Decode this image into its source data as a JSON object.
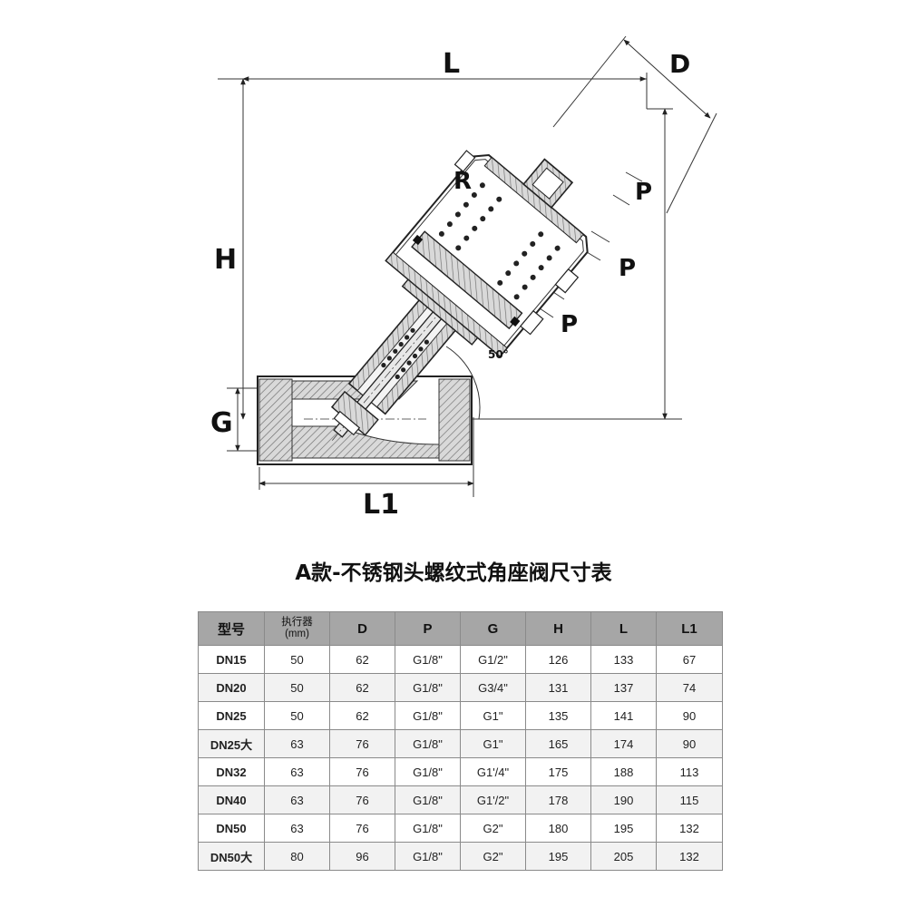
{
  "diagram": {
    "labels": {
      "L": "L",
      "D": "D",
      "H": "H",
      "R": "R",
      "P1": "P",
      "P2": "P",
      "P3": "P",
      "G": "G",
      "L1": "L1",
      "angle": "50°"
    }
  },
  "table": {
    "title": "A款-不锈钢头螺纹式角座阀尺寸表",
    "headers": {
      "model": "型号",
      "actuator_line1": "执行器",
      "actuator_line2": "(mm)",
      "D": "D",
      "P": "P",
      "G": "G",
      "H": "H",
      "L": "L",
      "L1": "L1"
    },
    "rows": [
      [
        "DN15",
        "50",
        "62",
        "G1/8\"",
        "G1/2\"",
        "126",
        "133",
        "67"
      ],
      [
        "DN20",
        "50",
        "62",
        "G1/8\"",
        "G3/4\"",
        "131",
        "137",
        "74"
      ],
      [
        "DN25",
        "50",
        "62",
        "G1/8\"",
        "G1\"",
        "135",
        "141",
        "90"
      ],
      [
        "DN25大",
        "63",
        "76",
        "G1/8\"",
        "G1\"",
        "165",
        "174",
        "90"
      ],
      [
        "DN32",
        "63",
        "76",
        "G1/8\"",
        "G1'/4\"",
        "175",
        "188",
        "113"
      ],
      [
        "DN40",
        "63",
        "76",
        "G1/8\"",
        "G1'/2\"",
        "178",
        "190",
        "115"
      ],
      [
        "DN50",
        "63",
        "76",
        "G1/8\"",
        "G2\"",
        "180",
        "195",
        "132"
      ],
      [
        "DN50大",
        "80",
        "96",
        "G1/8\"",
        "G2\"",
        "195",
        "205",
        "132"
      ]
    ]
  }
}
